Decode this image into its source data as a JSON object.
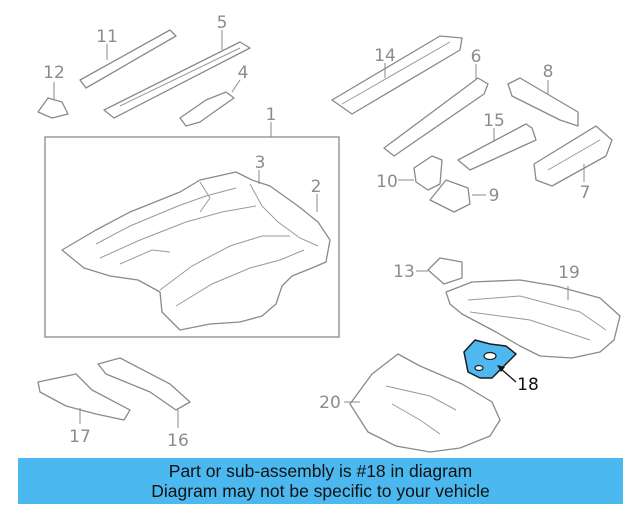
{
  "colors": {
    "highlight": "#4fb8ee",
    "banner": "#4bb8f0",
    "line": "#8a8a8a"
  },
  "callouts": [
    "1",
    "2",
    "3",
    "4",
    "5",
    "6",
    "7",
    "8",
    "9",
    "10",
    "11",
    "12",
    "13",
    "14",
    "15",
    "16",
    "17",
    "18",
    "19",
    "20"
  ],
  "highlighted_part": "18",
  "banner": {
    "line1": "Part or sub-assembly is #18 in diagram",
    "line2": "Diagram may not be specific to your vehicle"
  }
}
